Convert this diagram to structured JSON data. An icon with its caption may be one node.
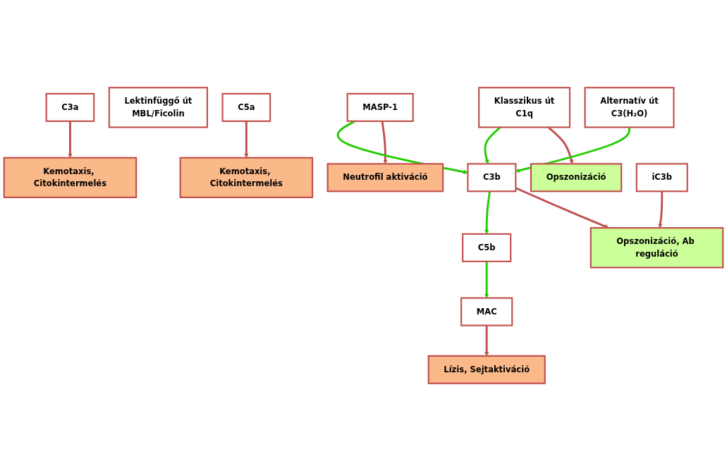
{
  "diagram": {
    "nodes": [
      {
        "text": [
          "Opszonizáció"
        ]
      },
      {
        "text": [
          "Klasszikus út",
          "C1q"
        ]
      },
      {
        "text": [
          "Lektinfüggő út",
          "MBL/Ficolin"
        ]
      },
      {
        "text": [
          "Alternatív út",
          "C3(H₂O)"
        ]
      },
      {
        "text": [
          "Neutrofil aktiváció"
        ]
      },
      {
        "text": [
          "MASP-1"
        ]
      },
      {
        "text": [
          "Kemotaxis, Citokintermelés"
        ]
      },
      {
        "text": [
          "C3a"
        ]
      },
      {
        "text": [
          "C3b"
        ]
      },
      {
        "text": [
          "Opszonizáció, Ab reguláció"
        ]
      },
      {
        "text": [
          "iC3b"
        ]
      },
      {
        "text": [
          "Kemotaxis, Citokintermelés"
        ]
      },
      {
        "text": [
          "C5a"
        ]
      },
      {
        "text": [
          "C5b"
        ]
      },
      {
        "text": [
          "Lízis, Sejtaktiváció"
        ]
      },
      {
        "text": [
          "MAC"
        ]
      }
    ],
    "edges": [
      {
        "from": 1,
        "to": 0,
        "arrow": "to"
      },
      {
        "from": 5,
        "to": 4,
        "arrow": "to"
      },
      {
        "from": 1,
        "to": 8,
        "arrow": "to",
        "color": "#22cc00"
      },
      {
        "from": 5,
        "to": 8,
        "arrow": "to",
        "color": "#22cc00"
      },
      {
        "from": 3,
        "to": 8,
        "arrow": "to",
        "color": "#22cc00"
      },
      {
        "from": 7,
        "to": 6,
        "arrow": "to"
      },
      {
        "from": 8,
        "to": 9,
        "arrow": "to"
      },
      {
        "from": 10,
        "to": 9,
        "arrow": "to"
      },
      {
        "from": 8,
        "to": 13,
        "arrow": "to",
        "color": "#22cc00"
      },
      {
        "from": 12,
        "to": 11,
        "arrow": "to"
      },
      {
        "from": 13,
        "to": 15,
        "arrow": "to",
        "color": "#22cc00"
      },
      {
        "from": 15,
        "to": 14,
        "arrow": "to"
      }
    ]
  }
}
